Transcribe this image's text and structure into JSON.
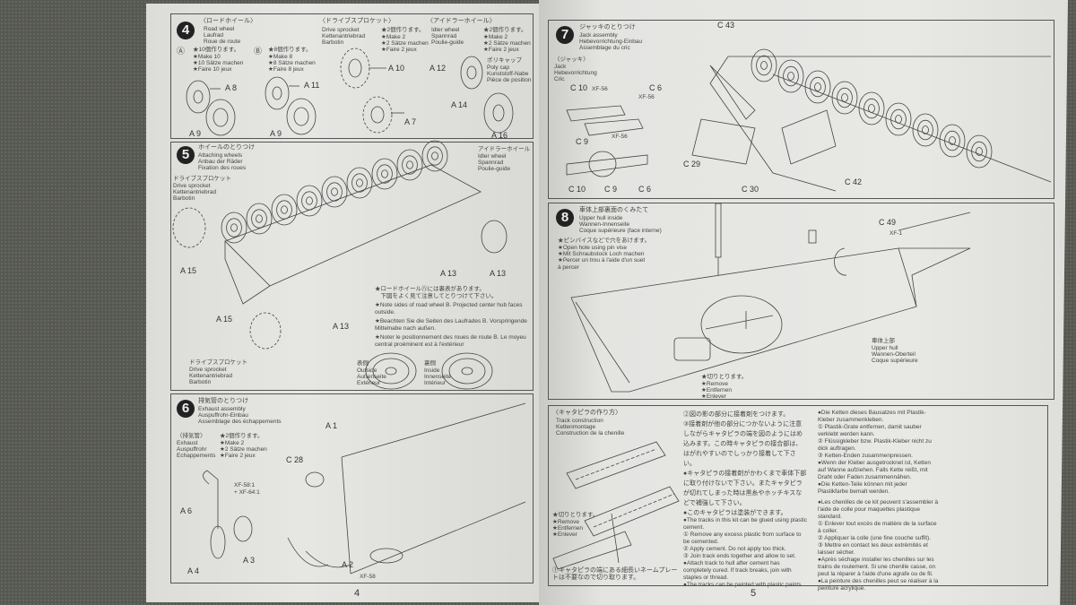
{
  "left_page": {
    "page_number": "4",
    "step4": {
      "number": "4",
      "road_wheel": {
        "jp": "〈ロードホイール〉",
        "en": "Road wheel",
        "de": "Laufrad",
        "fr": "Roue de route"
      },
      "drive_sprocket": {
        "jp": "〈ドライブスプロケット〉",
        "en": "Drive sprocket",
        "de": "Kettenantriebrad",
        "fr": "Barbotin",
        "make_jp": "★2個作ります。",
        "make_en": "★Make 2",
        "make_de": "★2 Sätze machen",
        "make_fr": "★Faire 2 jeux"
      },
      "idler_wheel": {
        "jp": "〈アイドラーホイール〉",
        "en": "Idler wheel",
        "de": "Spannrad",
        "fr": "Poulie-guide",
        "make_jp": "★2個作ります。",
        "make_en": "★Make 2",
        "make_de": "★2 Sätze machen",
        "make_fr": "★Faire 2 jeux"
      },
      "group_a": {
        "mark": "Ⓐ",
        "make_jp": "★10個作ります。",
        "make_en": "★Make 10",
        "make_de": "★10 Sätze machen",
        "make_fr": "★Faire 10 jeux"
      },
      "group_b": {
        "mark": "Ⓑ",
        "make_jp": "★8個作ります。",
        "make_en": "★Make 8",
        "make_de": "★8 Sätze machen",
        "make_fr": "★Faire 8 jeux"
      },
      "poly_cap": {
        "jp": "ポリキャップ",
        "en": "Poly cap",
        "de": "Kunststoff-Nabe",
        "fr": "Pièce de position"
      },
      "parts": [
        "A 8",
        "A 9",
        "A 11",
        "A 9",
        "A 10",
        "A 7",
        "A 12",
        "A 14",
        "A 16"
      ]
    },
    "step5": {
      "number": "5",
      "title": {
        "jp": "ホイールのとりつけ",
        "en": "Attaching wheels",
        "de": "Anbau der Räder",
        "fr": "Fixation des roues"
      },
      "idler": {
        "jp": "アイドラーホイール",
        "en": "Idler wheel",
        "de": "Spannrad",
        "fr": "Poulie-guide"
      },
      "sprocket": {
        "jp": "ドライブスプロケット",
        "en": "Drive sprocket",
        "de": "Kettenantriebrad",
        "fr": "Barbotin"
      },
      "sprocket2": {
        "jp": "ドライブスプロケット",
        "en": "Drive sprocket",
        "de": "Kettenantriebrad",
        "fr": "Barbotin"
      },
      "note": {
        "jp": "★ロードホイール㊇には裏表があります。\n　下図をよく見て注意してとりつけて下さい。",
        "en": "★Note sides of road wheel B. Projected center hub faces outside.",
        "de": "★Beachten Sie die Seiten des Laufrades B. Vorspringende Mittelnabe nach außen.",
        "fr": "★Noter le positionnement des roues de route B. Le moyeu central proéminent est à l'extérieur"
      },
      "outside": {
        "jp": "表側",
        "en": "Outside",
        "de": "Außenseite",
        "fr": "Extérieur"
      },
      "inside": {
        "jp": "裏側",
        "en": "Inside",
        "de": "Innenseite",
        "fr": "Intérieur"
      },
      "parts": [
        "A 15",
        "A 15",
        "A 13",
        "A 13",
        "A 13"
      ]
    },
    "step6": {
      "number": "6",
      "title": {
        "jp": "排気管のとりつけ",
        "en": "Exhaust assembly",
        "de": "Auspuffrohr-Einbau",
        "fr": "Assemblage des échappements"
      },
      "exhaust": {
        "jp": "〈排気管〉",
        "en": "Exhaust",
        "de": "Auspuffrohr",
        "fr": "Echappements"
      },
      "make": {
        "jp": "★2個作ります。",
        "en": "★Make 2",
        "de": "★2 Sätze machen",
        "fr": "★Faire 2 jeux"
      },
      "paint": [
        "XF-58:1",
        "+ XF-64:1"
      ],
      "parts": [
        "A 1",
        "C 28",
        "A 6",
        "A 4",
        "A 3",
        "A 2",
        "XF-58"
      ]
    }
  },
  "right_page": {
    "page_number": "5",
    "step7": {
      "number": "7",
      "title": {
        "jp": "ジャッキのとりつけ",
        "en": "Jack assembly",
        "de": "Hebevorrichtung-Einbau",
        "fr": "Assemblage du cric"
      },
      "jack": {
        "jp": "〈ジャッキ〉",
        "en": "Jack",
        "de": "Hebevorrichtung",
        "fr": "Cric"
      },
      "parts": [
        "C 43",
        "C 10",
        "XF-56",
        "C 6",
        "XF-56",
        "C 9",
        "XF-56",
        "C 10",
        "C 9",
        "C 6",
        "C 29",
        "C 30",
        "C 42"
      ]
    },
    "step8": {
      "number": "8",
      "title": {
        "jp": "車体上部裏面のくみたて",
        "en": "Upper hull inside",
        "de": "Wannen-Innenseite",
        "fr": "Coque supérieure (face interne)"
      },
      "pin_vise": {
        "jp": "★ピンバイスなどで穴をあけます。",
        "en": "★Open hole using pin vise",
        "de": "★Mit Schraubstock Loch machen",
        "fr": "★Percer un trou à l'aide d'un suet\n  à percer"
      },
      "upper_hull": {
        "jp": "車体上部",
        "en": "Upper hull",
        "de": "Wannen-Oberteil",
        "fr": "Coque supérieure"
      },
      "remove": {
        "jp": "★切りとります。",
        "en": "★Remove",
        "de": "★Entfernen",
        "fr": "★Enlever"
      },
      "parts": [
        "C 49",
        "XF-1"
      ]
    },
    "tracks": {
      "title": {
        "jp": "〈キャタピラの作り方〉",
        "en": "Track construction",
        "de": "Kettenmontage",
        "fr": "Construction de la chenille"
      },
      "remove": {
        "jp": "★切りとります。",
        "en": "★Remove",
        "de": "★Entfernen",
        "fr": "★Enlever"
      },
      "jp_note1": "①キャタピラの端にある細長いネームプレートは不要なので切り取ります。",
      "jp_text": "②図の影の部分に接着剤をつけます。\n③接着剤が他の部分につかないように注意しながらキャタピラの端を図のようにはめ込みます。この時キャタピラの接合部は、はがれやすいのでしっかり接着して下さい。\n●キャタピラの接着剤がかわくまで車体下部に取り付けないで下さい。またキャタピラが切れてしまった時は黒糸やホッチキスなどで補強して下さい。\n●このキャタピラは塗装ができます。",
      "en_text": "●The tracks in this kit can be glued using plastic cement.\n① Remove any excess plastic from surface to be cemented.\n② Apply cement. Do not apply too thick.\n③ Join track ends together and allow to set.\n●Attach track to hull after cement has completely cured. If track breaks, join with staples or thread.\n●The tracks can be painted with plastic paints.",
      "de_text": "●Die Ketten dieses Bausatzes mit Plastik-Kleber zusammenkleben.\n① Plastik-Grate entfernen, damit sauber verklebt werden kann.\n② Flüssigkleber bzw. Plastik-Kleber nicht zu dick auftragen.\n③ Ketten-Enden zusammenpressen.\n●Wenn der Kleber ausgetrocknet ist, Ketten auf Wanne aufziehen. Falls Kette reißt, mit Draht oder Faden zusammennähen.\n●Die Ketten-Teile können mit jeder Plastikfarbe bemalt werden.",
      "fr_text": "●Les chenilles de ce kit peuvent s'assembler à l'aide de colle pour maquettes plastique standard.\n① Enlever tout excès de matière de la surface à coller.\n② Appliquer la colle (une fine couche suffit).\n③ Mettre en contact les deux extrémités et laisser sécher.\n●Après séchage installer les chenilles sur les trains de roulement. Si une chenille casse, on peut la réparer à l'aide d'une agrafe ou de fil.\n●La peinture des chenilles peut se réaliser à la peinture acrylique."
    }
  }
}
